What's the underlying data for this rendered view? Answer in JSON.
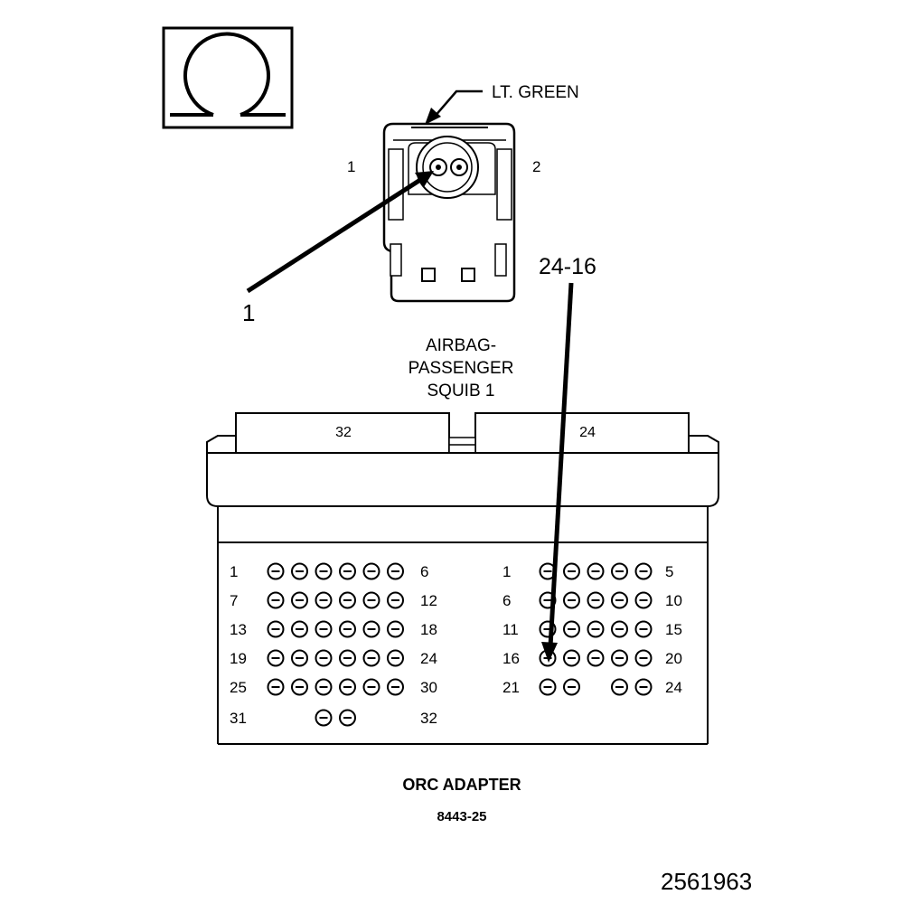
{
  "symbol": {
    "icon": "ohm-symbol-icon"
  },
  "squib_connector": {
    "color_label": "LT. GREEN",
    "pin_left": "1",
    "pin_right": "2",
    "callout": "1",
    "name_lines": [
      "AIRBAG-",
      "PASSENGER",
      "SQUIB 1"
    ]
  },
  "probe_callout": "24-16",
  "adapter": {
    "left_header": "32",
    "right_header": "24",
    "left_rows": [
      {
        "start": "1",
        "end": "6",
        "pins": 6
      },
      {
        "start": "7",
        "end": "12",
        "pins": 6
      },
      {
        "start": "13",
        "end": "18",
        "pins": 6
      },
      {
        "start": "19",
        "end": "24",
        "pins": 6
      },
      {
        "start": "25",
        "end": "30",
        "pins": 6
      },
      {
        "start": "31",
        "end": "32",
        "pins": 2
      }
    ],
    "right_rows": [
      {
        "start": "1",
        "end": "5",
        "pins": 5
      },
      {
        "start": "6",
        "end": "10",
        "pins": 5
      },
      {
        "start": "11",
        "end": "15",
        "pins": 5
      },
      {
        "start": "16",
        "end": "20",
        "pins": 5
      },
      {
        "start": "21",
        "end": "24",
        "pins": 4
      }
    ],
    "name": "ORC ADAPTER",
    "part_number": "8443-25"
  },
  "figure_id": "2561963"
}
